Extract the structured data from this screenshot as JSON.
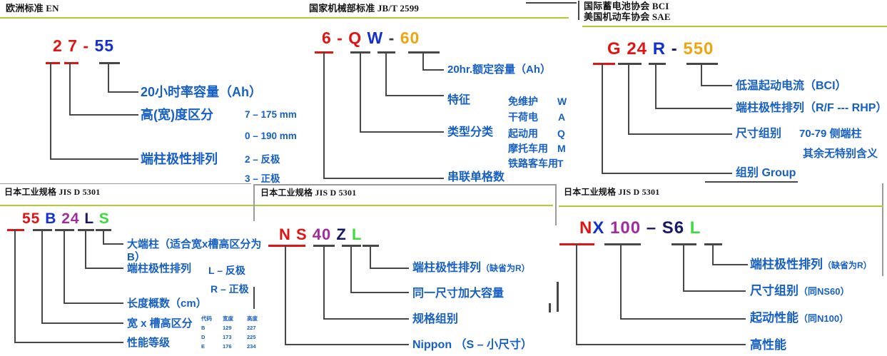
{
  "palette": {
    "red": "#e11414",
    "blue": "#1330cf",
    "orange": "#efa50f",
    "purple": "#a12c9d",
    "navy": "#181863",
    "green": "#3bdc3b",
    "labelBlue": "#165fc4",
    "sepGreen": "#b5c832",
    "lineGray": "#474747",
    "headerBlack": "#141414"
  },
  "panels": {
    "en": {
      "header": "欧洲标准 EN",
      "code": [
        {
          "t": "2 7",
          "c": "red"
        },
        {
          "t": " - ",
          "c": "red"
        },
        {
          "t": "55",
          "c": "blue"
        }
      ],
      "labels": {
        "capacity": "20小时率容量（Ah）",
        "height": "高(宽)度区分",
        "height_opt1": "7 – 175 mm",
        "height_opt2": "0 – 190 mm",
        "polarity": "端柱极性排列",
        "polarity_opt1": "2 – 反极",
        "polarity_opt2": "3 – 正极"
      }
    },
    "jbt": {
      "header": "国家机械部标准 JB/T 2599",
      "code": [
        {
          "t": "6 - Q",
          "c": "red"
        },
        {
          "t": " W",
          "c": "blue"
        },
        {
          "t": " - ",
          "c": "gray"
        },
        {
          "t": "60",
          "c": "orange"
        }
      ],
      "labels": {
        "capacity": "20hr.额定容量（Ah）",
        "feature": "特征",
        "feature_opts": [
          {
            "name": "免维护",
            "code": "W"
          },
          {
            "name": "干荷电",
            "code": "A"
          }
        ],
        "type": "类型分类",
        "type_opts": [
          {
            "name": "起动用",
            "code": "Q"
          },
          {
            "name": "摩托车用",
            "code": "M"
          },
          {
            "name": "铁路客车用",
            "code": "T"
          }
        ],
        "cells": "串联单格数"
      }
    },
    "bci": {
      "header1": "国际蓄电池协会 BCI",
      "header2": "美国机动车协会 SAE",
      "code": [
        {
          "t": "G 24",
          "c": "red"
        },
        {
          "t": " R",
          "c": "blue"
        },
        {
          "t": " - ",
          "c": "navy"
        },
        {
          "t": "550",
          "c": "orange"
        }
      ],
      "labels": {
        "cca": "低温起动电流（BCI）",
        "polarity": "端柱极性排列（R/F --- RHP）",
        "size": "尺寸组别",
        "size_note1": "70-79 侧端柱",
        "size_note2": "其余无特别含义",
        "group": "组别 Group"
      }
    },
    "jis1": {
      "header": "日本工业规格 JIS D 5301",
      "code": [
        {
          "t": "55",
          "c": "red"
        },
        {
          "t": " B",
          "c": "blue"
        },
        {
          "t": " 24",
          "c": "purple"
        },
        {
          "t": " L",
          "c": "navy"
        },
        {
          "t": " S",
          "c": "green"
        }
      ],
      "labels": {
        "terminal_l1": "大端柱（适合宽x槽高区分为",
        "terminal_l2": "B）",
        "polarity": "端柱极性排列",
        "polarity_opt1": "L – 反极",
        "polarity_opt2": "R – 正极",
        "length": "长度概数（cm）",
        "width": "宽 x 槽高区分",
        "grade": "性能等级"
      },
      "table": {
        "headers": [
          "代码",
          "宽度",
          "高度"
        ],
        "rows": [
          [
            "B",
            "129",
            "227"
          ],
          [
            "D",
            "173",
            "225"
          ],
          [
            "E",
            "176",
            "234"
          ]
        ]
      }
    },
    "jis2": {
      "header": "日本工业规格 JIS D 5301",
      "code": [
        {
          "t": "N S",
          "c": "red"
        },
        {
          "t": " 40",
          "c": "purple"
        },
        {
          "t": " Z",
          "c": "navy"
        },
        {
          "t": " L",
          "c": "green"
        }
      ],
      "labels": {
        "polarity": "端柱极性排列",
        "polarity_note": "（缺省为R）",
        "bigger": "同一尺寸加大容量",
        "group": "规格组别",
        "nippon": "Nippon （S – 小尺寸）"
      }
    },
    "jis3": {
      "header": "日本工业规格 JIS D 5301",
      "code": [
        {
          "t": "N",
          "c": "red"
        },
        {
          "t": "X",
          "c": "blue"
        },
        {
          "t": " 100",
          "c": "purple"
        },
        {
          "t": " – S6",
          "c": "navy"
        },
        {
          "t": " L",
          "c": "green"
        }
      ],
      "labels": {
        "polarity": "端柱极性排列",
        "polarity_note": "（缺省为R）",
        "size": "尺寸组别",
        "size_note": "（同NS60）",
        "start": "起动性能",
        "start_note": "（同N100）",
        "high": "高性能"
      }
    }
  }
}
